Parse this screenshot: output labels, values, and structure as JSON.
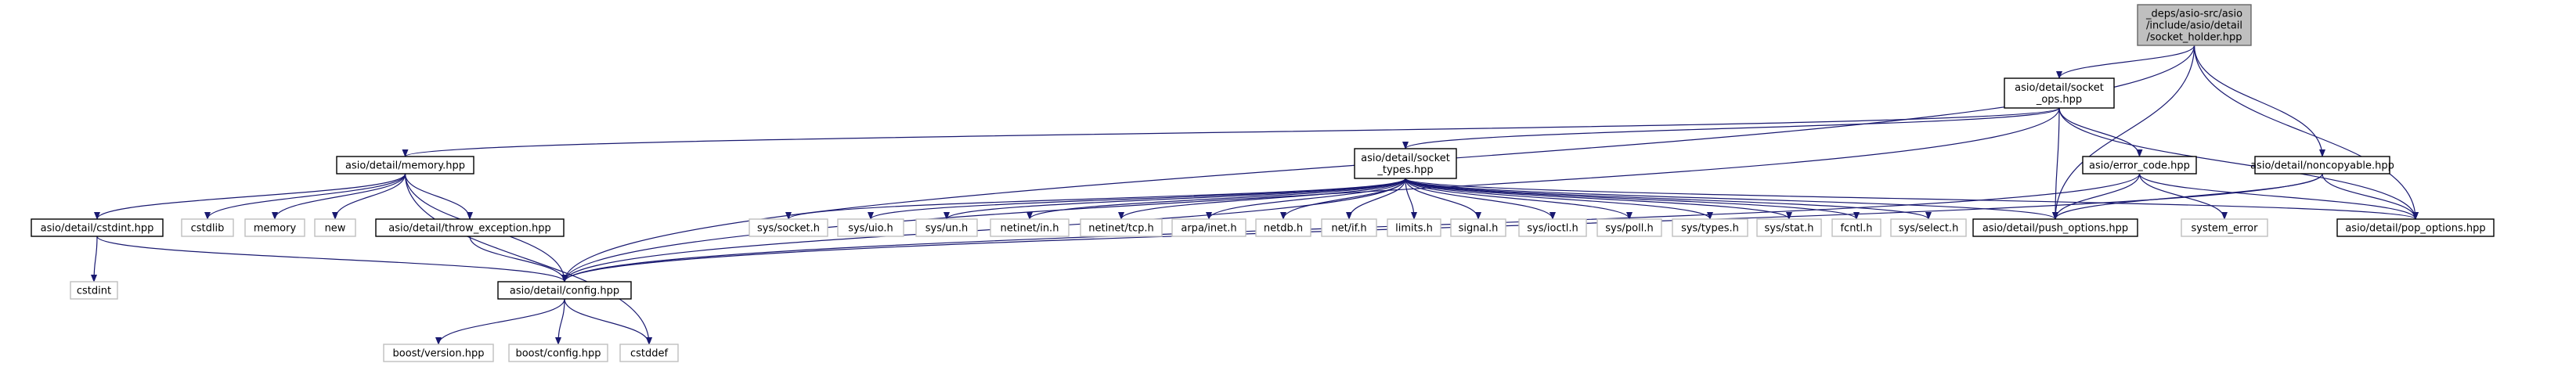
{
  "colors": {
    "edge": "#191970",
    "border_documented": "#000000",
    "border_system": "#bfbfbf",
    "root_fill": "#bfbfbf"
  },
  "nodes": [
    {
      "id": "root",
      "kind": "root",
      "lines": [
        "_deps/asio-src/asio",
        "/include/asio/detail",
        "/socket_holder.hpp"
      ]
    },
    {
      "id": "socket_ops",
      "kind": "doc",
      "lines": [
        "asio/detail/socket",
        "_ops.hpp"
      ]
    },
    {
      "id": "memory",
      "kind": "doc",
      "lines": [
        "asio/detail/memory.hpp"
      ]
    },
    {
      "id": "socket_types",
      "kind": "doc",
      "lines": [
        "asio/detail/socket",
        "_types.hpp"
      ]
    },
    {
      "id": "error_code",
      "kind": "doc",
      "lines": [
        "asio/error_code.hpp"
      ]
    },
    {
      "id": "noncopyable",
      "kind": "doc",
      "lines": [
        "asio/detail/noncopyable.hpp"
      ]
    },
    {
      "id": "cstdint_hpp",
      "kind": "doc",
      "lines": [
        "asio/detail/cstdint.hpp"
      ]
    },
    {
      "id": "throw_exception",
      "kind": "doc",
      "lines": [
        "asio/detail/throw_exception.hpp"
      ]
    },
    {
      "id": "push_options",
      "kind": "doc",
      "lines": [
        "asio/detail/push_options.hpp"
      ]
    },
    {
      "id": "pop_options",
      "kind": "doc",
      "lines": [
        "asio/detail/pop_options.hpp"
      ]
    },
    {
      "id": "config",
      "kind": "doc",
      "lines": [
        "asio/detail/config.hpp"
      ]
    },
    {
      "id": "cstdlib",
      "kind": "sys",
      "lines": [
        "cstdlib"
      ]
    },
    {
      "id": "memory_std",
      "kind": "sys",
      "lines": [
        "memory"
      ]
    },
    {
      "id": "new",
      "kind": "sys",
      "lines": [
        "new"
      ]
    },
    {
      "id": "sys_socket",
      "kind": "sys",
      "lines": [
        "sys/socket.h"
      ]
    },
    {
      "id": "sys_uio",
      "kind": "sys",
      "lines": [
        "sys/uio.h"
      ]
    },
    {
      "id": "sys_un",
      "kind": "sys",
      "lines": [
        "sys/un.h"
      ]
    },
    {
      "id": "netinet_in",
      "kind": "sys",
      "lines": [
        "netinet/in.h"
      ]
    },
    {
      "id": "netinet_tcp",
      "kind": "sys",
      "lines": [
        "netinet/tcp.h"
      ]
    },
    {
      "id": "arpa_inet",
      "kind": "sys",
      "lines": [
        "arpa/inet.h"
      ]
    },
    {
      "id": "netdb",
      "kind": "sys",
      "lines": [
        "netdb.h"
      ]
    },
    {
      "id": "net_if",
      "kind": "sys",
      "lines": [
        "net/if.h"
      ]
    },
    {
      "id": "limits",
      "kind": "sys",
      "lines": [
        "limits.h"
      ]
    },
    {
      "id": "signal",
      "kind": "sys",
      "lines": [
        "signal.h"
      ]
    },
    {
      "id": "sys_ioctl",
      "kind": "sys",
      "lines": [
        "sys/ioctl.h"
      ]
    },
    {
      "id": "sys_poll",
      "kind": "sys",
      "lines": [
        "sys/poll.h"
      ]
    },
    {
      "id": "sys_types",
      "kind": "sys",
      "lines": [
        "sys/types.h"
      ]
    },
    {
      "id": "sys_stat",
      "kind": "sys",
      "lines": [
        "sys/stat.h"
      ]
    },
    {
      "id": "fcntl",
      "kind": "sys",
      "lines": [
        "fcntl.h"
      ]
    },
    {
      "id": "sys_select",
      "kind": "sys",
      "lines": [
        "sys/select.h"
      ]
    },
    {
      "id": "system_error",
      "kind": "sys",
      "lines": [
        "system_error"
      ]
    },
    {
      "id": "cstdint",
      "kind": "sys",
      "lines": [
        "cstdint"
      ]
    },
    {
      "id": "boost_version",
      "kind": "sys",
      "lines": [
        "boost/version.hpp"
      ]
    },
    {
      "id": "boost_config",
      "kind": "sys",
      "lines": [
        "boost/config.hpp"
      ]
    },
    {
      "id": "cstddef",
      "kind": "sys",
      "lines": [
        "cstddef"
      ]
    }
  ],
  "edges": [
    [
      "root",
      "socket_ops"
    ],
    [
      "root",
      "noncopyable"
    ],
    [
      "root",
      "push_options"
    ],
    [
      "root",
      "pop_options"
    ],
    [
      "root",
      "config"
    ],
    [
      "socket_ops",
      "memory"
    ],
    [
      "socket_ops",
      "socket_types"
    ],
    [
      "socket_ops",
      "error_code"
    ],
    [
      "socket_ops",
      "push_options"
    ],
    [
      "socket_ops",
      "pop_options"
    ],
    [
      "socket_ops",
      "config"
    ],
    [
      "memory",
      "cstdint_hpp"
    ],
    [
      "memory",
      "cstdlib"
    ],
    [
      "memory",
      "memory_std"
    ],
    [
      "memory",
      "new"
    ],
    [
      "memory",
      "throw_exception"
    ],
    [
      "memory",
      "config"
    ],
    [
      "memory",
      "cstddef"
    ],
    [
      "cstdint_hpp",
      "cstdint"
    ],
    [
      "cstdint_hpp",
      "config"
    ],
    [
      "throw_exception",
      "config"
    ],
    [
      "socket_types",
      "config"
    ],
    [
      "socket_types",
      "sys_socket"
    ],
    [
      "socket_types",
      "sys_uio"
    ],
    [
      "socket_types",
      "sys_un"
    ],
    [
      "socket_types",
      "netinet_in"
    ],
    [
      "socket_types",
      "netinet_tcp"
    ],
    [
      "socket_types",
      "arpa_inet"
    ],
    [
      "socket_types",
      "netdb"
    ],
    [
      "socket_types",
      "net_if"
    ],
    [
      "socket_types",
      "limits"
    ],
    [
      "socket_types",
      "signal"
    ],
    [
      "socket_types",
      "sys_ioctl"
    ],
    [
      "socket_types",
      "sys_poll"
    ],
    [
      "socket_types",
      "sys_types"
    ],
    [
      "socket_types",
      "sys_stat"
    ],
    [
      "socket_types",
      "fcntl"
    ],
    [
      "socket_types",
      "sys_select"
    ],
    [
      "socket_types",
      "push_options"
    ],
    [
      "socket_types",
      "pop_options"
    ],
    [
      "error_code",
      "config"
    ],
    [
      "error_code",
      "system_error"
    ],
    [
      "error_code",
      "push_options"
    ],
    [
      "error_code",
      "pop_options"
    ],
    [
      "noncopyable",
      "push_options"
    ],
    [
      "noncopyable",
      "pop_options"
    ],
    [
      "noncopyable",
      "config"
    ],
    [
      "config",
      "boost_version"
    ],
    [
      "config",
      "boost_config"
    ],
    [
      "config",
      "cstddef"
    ]
  ]
}
